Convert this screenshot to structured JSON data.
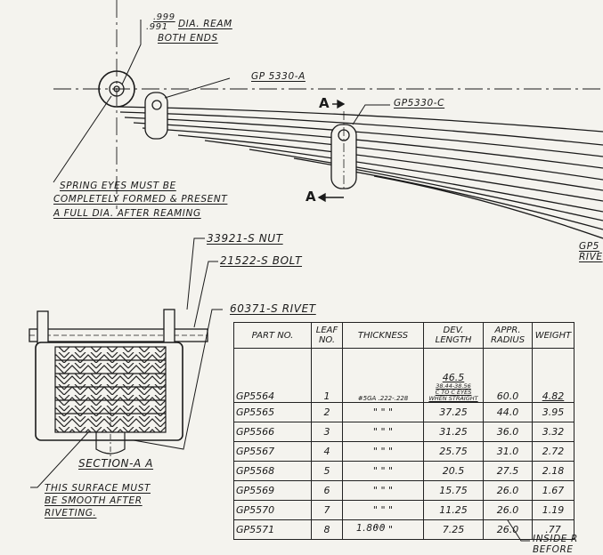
{
  "notes": {
    "eye_dia_top": ".999",
    "eye_dia_bottom": ".991",
    "eye_dia_text": "DIA. REAM",
    "eye_both_ends": "BOTH ENDS",
    "clip_a": "GP 5330-A",
    "clip_c": "GP5330-C",
    "section_mark": "A",
    "spring_eyes_1": "SPRING EYES MUST BE",
    "spring_eyes_2": "COMPLETELY FORMED & PRESENT",
    "spring_eyes_3": "A FULL DIA. AFTER REAMING",
    "nut": "33921-S NUT",
    "bolt": "21522-S BOLT",
    "rivet": "60371-S RIVET",
    "right_edge_1": "GP5",
    "right_edge_2": "RIVE",
    "section_title": "SECTION-A A",
    "surface_1": "THIS SURFACE MUST",
    "surface_2": "BE SMOOTH AFTER",
    "surface_3": "RIVETING.",
    "below_table": "1.800",
    "inside_1": "INSIDE R",
    "inside_2": "BEFORE"
  },
  "table": {
    "headers": [
      "PART NO.",
      "LEAF NO.",
      "THICKNESS",
      "DEV. LENGTH",
      "APPR. RADIUS",
      "WEIGHT"
    ],
    "dev_top": "46.5",
    "dev_sub_1": "38.44-38.56",
    "dev_sub_2": "C TO C EYES",
    "dev_sub_3": "WHEN STRAIGHT",
    "rows": [
      {
        "part": "GP5564",
        "leaf": "1",
        "thick": "#5GA .222-.228",
        "dev": "",
        "radius": "60.0",
        "weight": "4.82"
      },
      {
        "part": "GP5565",
        "leaf": "2",
        "thick": "\"    \"    \"",
        "dev": "37.25",
        "radius": "44.0",
        "weight": "3.95"
      },
      {
        "part": "GP5566",
        "leaf": "3",
        "thick": "\"    \"    \"",
        "dev": "31.25",
        "radius": "36.0",
        "weight": "3.32"
      },
      {
        "part": "GP5567",
        "leaf": "4",
        "thick": "\"    \"    \"",
        "dev": "25.75",
        "radius": "31.0",
        "weight": "2.72"
      },
      {
        "part": "GP5568",
        "leaf": "5",
        "thick": "\"    \"    \"",
        "dev": "20.5",
        "radius": "27.5",
        "weight": "2.18"
      },
      {
        "part": "GP5569",
        "leaf": "6",
        "thick": "\"    \"    \"",
        "dev": "15.75",
        "radius": "26.0",
        "weight": "1.67"
      },
      {
        "part": "GP5570",
        "leaf": "7",
        "thick": "\"    \"    \"",
        "dev": "11.25",
        "radius": "26.0",
        "weight": "1.19"
      },
      {
        "part": "GP5571",
        "leaf": "8",
        "thick": "\"    \"    \"",
        "dev": "7.25",
        "radius": "26.0",
        "weight": ".77"
      }
    ]
  }
}
